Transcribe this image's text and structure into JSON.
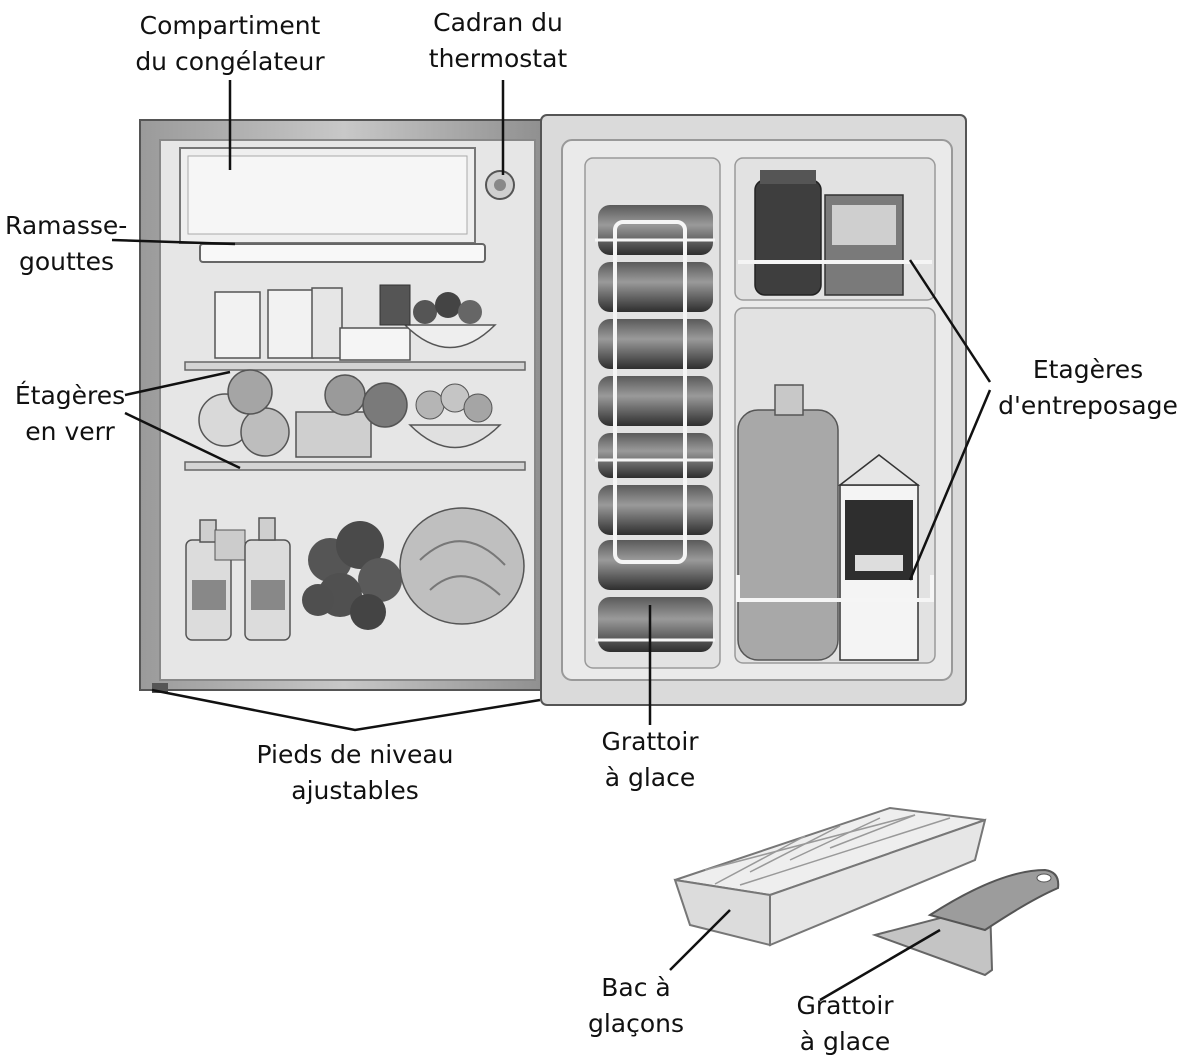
{
  "colors": {
    "ink": "#111111",
    "appliance": "#d8d8d8",
    "interior": "#e9e9e9",
    "shelf": "#f3f3f3",
    "dark": "#3a3a3a"
  },
  "labels": {
    "freezer": {
      "line1": "Compartiment",
      "line2": "du congélateur"
    },
    "thermostat": {
      "line1": "Cadran du",
      "line2": "thermostat"
    },
    "drip_tray": {
      "line1": "Ramasse-",
      "line2": "gouttes"
    },
    "glass_shelves": {
      "line1": "Étagères",
      "line2": "en verr"
    },
    "storage_shelves": {
      "line1": "Etagères",
      "line2": "d'entreposage"
    },
    "leveling_feet": {
      "line1": "Pieds de niveau",
      "line2": "ajustables"
    },
    "scraper_door": {
      "line1": "Grattoir",
      "line2": "à glace"
    },
    "ice_tray": {
      "line1": "Bac à",
      "line2": "glaçons"
    },
    "scraper_accessory": {
      "line1": "Grattoir",
      "line2": "à glace"
    }
  },
  "icons": {
    "fridge": "mini-fridge-icon",
    "ice_tray": "ice-cube-tray-icon",
    "scraper": "ice-scraper-icon"
  }
}
